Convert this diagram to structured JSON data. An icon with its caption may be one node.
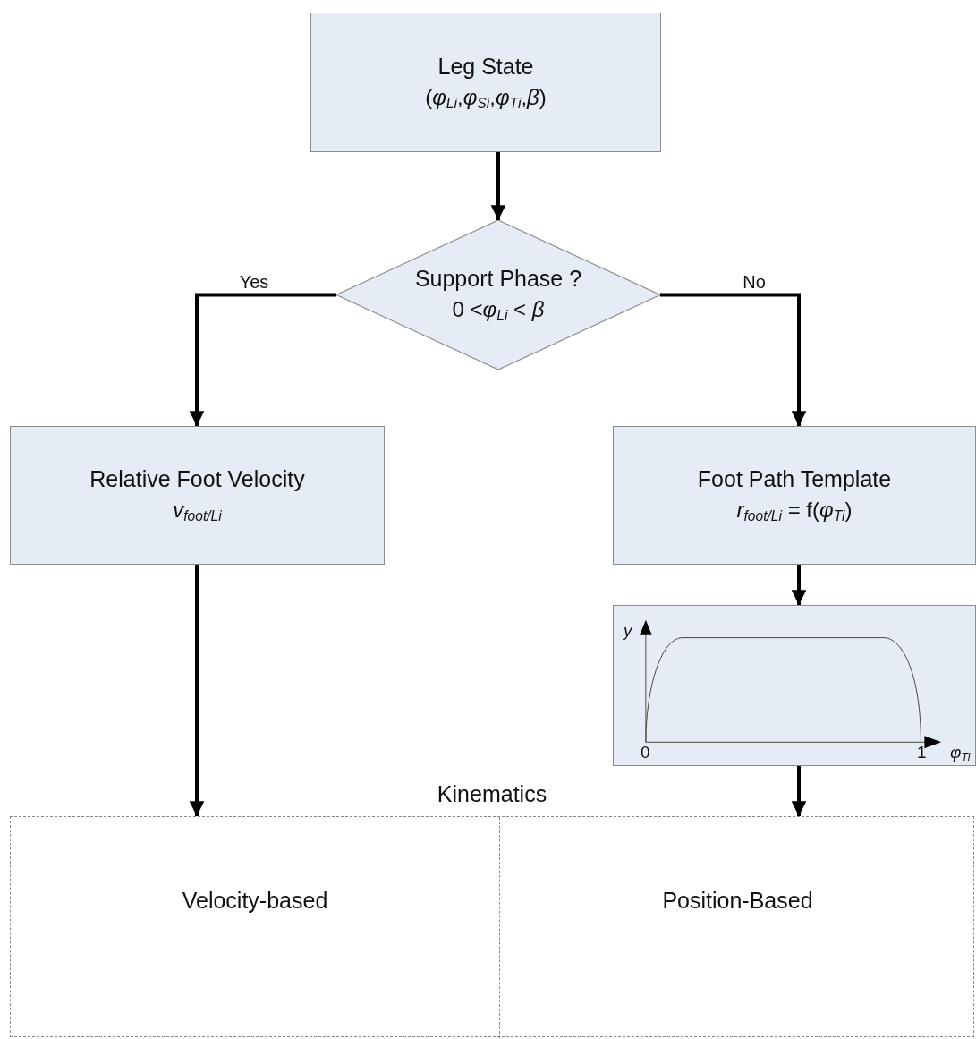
{
  "diagram": {
    "nodes": [
      {
        "text": [
          "Leg State",
          "(*φ*$_{Li}$,*φ*$_{Si}$,*φ*$_{Ti}$,*β*)"
        ]
      },
      {
        "text": [
          "Support Phase ?",
          "0 <*φ*$_{Li}$ < *β*"
        ]
      },
      {
        "text": [
          "Relative Foot Velocity",
          "*v*$_{foot/Li}$"
        ]
      },
      {
        "text": [
          "Foot Path Template",
          "*r*$_{foot/Li}$ = f(*φ*$_{Ti}$)"
        ]
      },
      {
        "text": [],
        "shape": "box"
      },
      {
        "text": [
          "Kinematics"
        ]
      },
      {
        "text": [
          "Velocity-based"
        ],
        "in": 5
      },
      {
        "text": [
          "Position-Based"
        ],
        "in": 5
      }
    ],
    "edges": [
      {
        "from": 0,
        "to": 1,
        "arrow": "to"
      },
      {
        "from": 1,
        "to": 2,
        "arrow": "to",
        "label": "Yes"
      },
      {
        "from": 1,
        "to": 3,
        "arrow": "to",
        "label": "No"
      },
      {
        "from": 3,
        "to": 4,
        "arrow": "to"
      },
      {
        "from": 2,
        "to": 6,
        "arrow": "to"
      },
      {
        "from": 4,
        "to": 7,
        "arrow": "to"
      }
    ],
    "labels": [
      "y",
      "0",
      "1",
      "*φ*$_{Ti}$"
    ]
  }
}
